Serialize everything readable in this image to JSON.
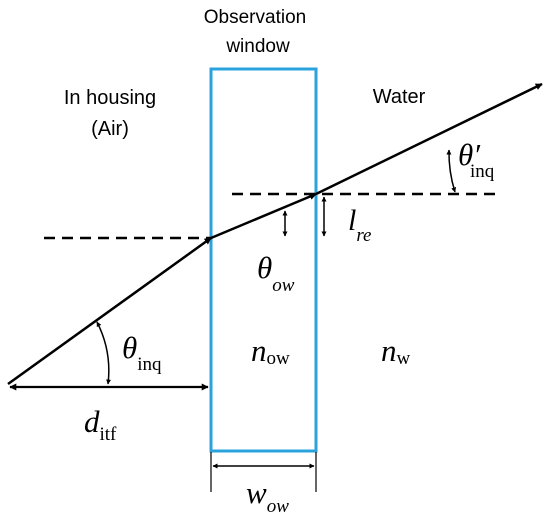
{
  "labels": {
    "window_title_line1": "Observation",
    "window_title_line2": "window",
    "housing_line1": "In housing",
    "housing_line2": "(Air)",
    "water": "Water"
  },
  "symbols": {
    "theta_inq": {
      "base": "θ",
      "sub": "inq"
    },
    "theta_inq_prime": {
      "base": "θ′",
      "sub": "inq"
    },
    "theta_ow": {
      "base": "θ",
      "sub": "ow"
    },
    "l_re": {
      "base": "l",
      "sub": "re"
    },
    "n_ow": {
      "base": "n",
      "sub": "ow"
    },
    "n_w": {
      "base": "n",
      "sub": "w"
    },
    "d_itf": {
      "base": "d",
      "sub": "itf"
    },
    "w_ow": {
      "base": "w",
      "sub": "ow"
    }
  },
  "colors": {
    "window_border": "#2aa3dc",
    "ink": "#000000"
  }
}
